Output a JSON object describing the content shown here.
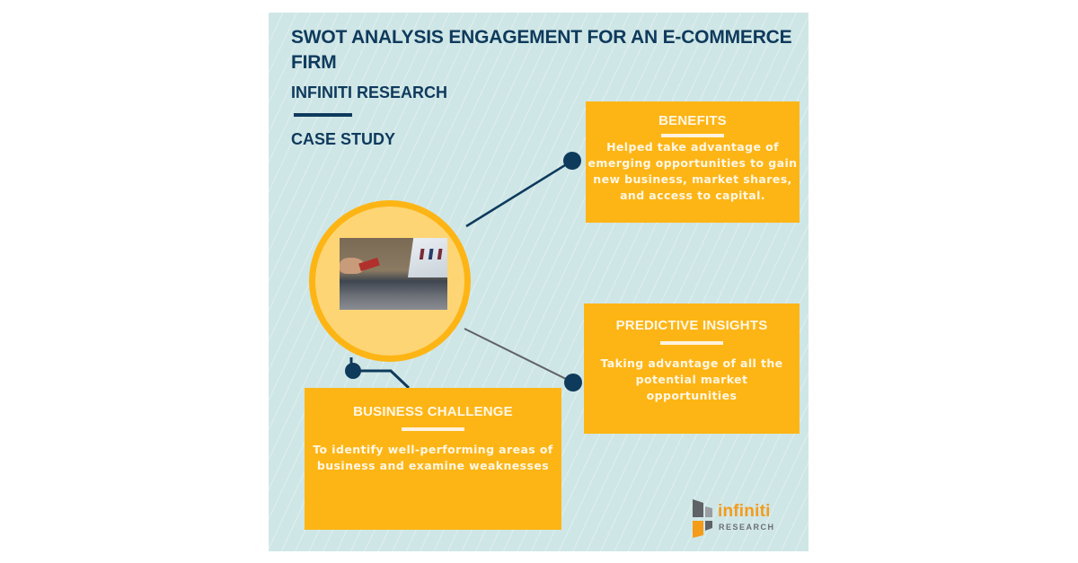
{
  "header": {
    "title": "SWOT ANALYSIS ENGAGEMENT FOR AN E-COMMERCE FIRM",
    "subtitle": "INFINITI RESEARCH",
    "tag": "CASE STUDY"
  },
  "cards": [
    {
      "heading": "BENEFITS",
      "body": "Helped take advantage of emerging opportunities to gain new business, market shares, and access to capital."
    },
    {
      "heading": "PREDICTIVE INSIGHTS",
      "body": "Taking advantage of all the potential market opportunities"
    },
    {
      "heading": "BUSINESS CHALLENGE",
      "body": "To identify well-performing areas of business and examine weaknesses"
    }
  ],
  "image": {
    "icon": "laptop-credit-card-photo"
  },
  "logo": {
    "brand": "infiniti",
    "sub": "RESEARCH"
  },
  "colors": {
    "background": "#cfe6e6",
    "navy": "#0e3a5c",
    "accent": "#fdb515",
    "circle_fill": "#fdd575",
    "logo_orange": "#f49b1a",
    "logo_gray": "#6b6f73"
  }
}
